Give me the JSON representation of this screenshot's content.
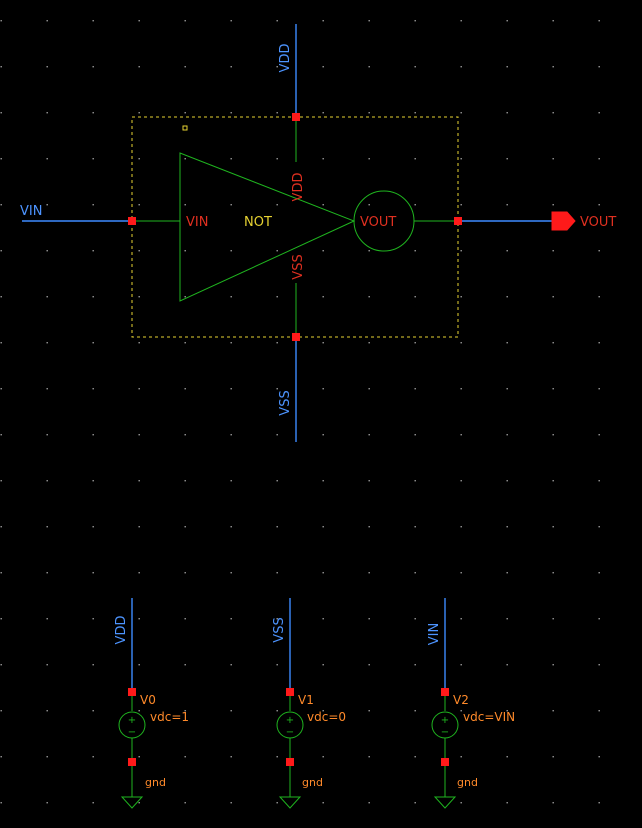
{
  "colors": {
    "background": "#000000",
    "grid_dot": "#9a9a9a",
    "wire": "#3d8bff",
    "wire_label": "#4d94ff",
    "symbol": "#1fb41f",
    "pin_label": "#e03020",
    "pin": "#ff1a1a",
    "instance_name": "#e6d232",
    "selection_box": "#e6d232",
    "param_label": "#ff8a2a"
  },
  "wires": {
    "vin": "VIN",
    "vdd_top": "VDD",
    "vss_bottom": "VSS",
    "vdd_src": "VDD",
    "vss_src": "VSS",
    "vin_src": "VIN"
  },
  "inverter": {
    "name": "NOT",
    "pin_vin": "VIN",
    "pin_vdd": "VDD",
    "pin_vss": "VSS",
    "pin_vout": "VOUT"
  },
  "output_pin": {
    "label": "VOUT"
  },
  "sources": [
    {
      "instance": "V0",
      "param": "vdc=1",
      "ground": "gnd"
    },
    {
      "instance": "V1",
      "param": "vdc=0",
      "ground": "gnd"
    },
    {
      "instance": "V2",
      "param": "vdc=VIN",
      "ground": "gnd"
    }
  ]
}
